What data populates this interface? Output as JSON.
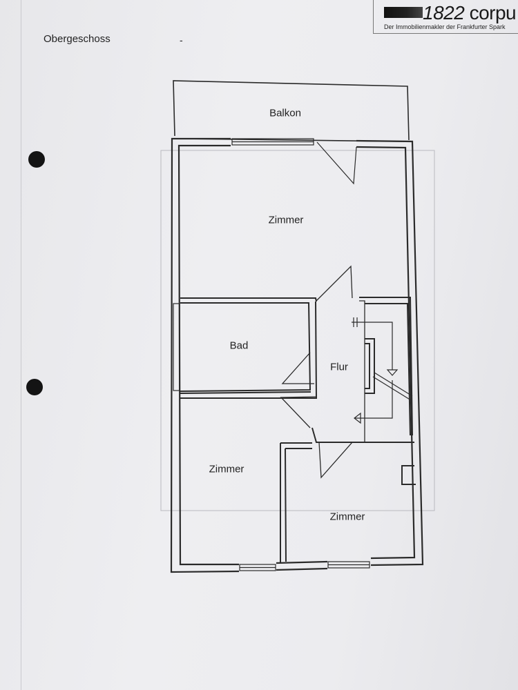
{
  "header": {
    "logo_number": "1822",
    "logo_word": "corpu",
    "tagline": "Der Immobilienmakler der Frankfurter Spark"
  },
  "floor_title": "Obergeschoss",
  "separator": "-",
  "rooms": {
    "balkon": "Balkon",
    "zimmer_top": "Zimmer",
    "bad": "Bad",
    "flur": "Flur",
    "zimmer_bottom_left": "Zimmer",
    "zimmer_bottom_right": "Zimmer"
  },
  "colors": {
    "wall": "#2a2a2a",
    "paper": "#ececef",
    "faint_line": "#b9b9bf"
  }
}
